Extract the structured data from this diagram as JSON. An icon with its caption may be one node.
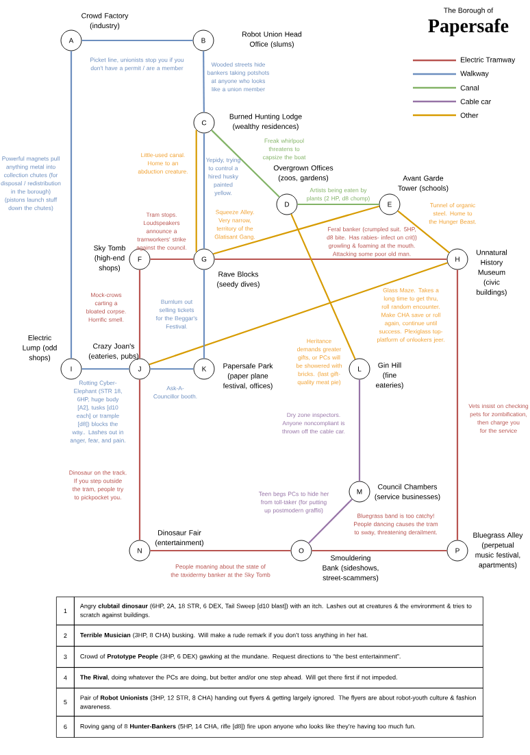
{
  "diagram": {
    "title": "Papersafe",
    "nodes": [
      {
        "text": [
          "A"
        ],
        "beside": [
          "Crowd Factory (industry)"
        ]
      },
      {
        "text": [
          "B"
        ],
        "beside": [
          "Robot Union Head Office (slums)"
        ]
      },
      {
        "text": [
          "C"
        ],
        "beside": [
          "Burned Hunting Lodge (wealthy residences)"
        ]
      },
      {
        "text": [
          "D"
        ],
        "beside": [
          "Overgrown Offices (zoos, gardens)"
        ]
      },
      {
        "text": [
          "E"
        ],
        "beside": [
          "Avant Garde Tower (schools)"
        ]
      },
      {
        "text": [
          "F"
        ],
        "beside": [
          "Sky Tomb (high-end shops)"
        ]
      },
      {
        "text": [
          "G"
        ],
        "beside": [
          "Rave Blocks (seedy dives)"
        ]
      },
      {
        "text": [
          "H"
        ],
        "beside": [
          "Unnatural History Museum (civic buildings)"
        ]
      },
      {
        "text": [
          "I"
        ],
        "beside": [
          "Electric Lump (odd shops)"
        ]
      },
      {
        "text": [
          "J"
        ],
        "beside": [
          "Crazy Joan's (eateries, pubs)"
        ]
      },
      {
        "text": [
          "K"
        ],
        "beside": [
          "Papersafe Park (paper plane festival, offices)"
        ]
      },
      {
        "text": [
          "L"
        ],
        "beside": [
          "Gin Hill (fine eateries)"
        ]
      },
      {
        "text": [
          "M"
        ],
        "beside": [
          "Council Chambers (service businesses)"
        ]
      },
      {
        "text": [
          "N"
        ],
        "beside": [
          "Dinosaur Fair (entertainment)"
        ]
      },
      {
        "text": [
          "O"
        ],
        "beside": [
          "Smouldering Bank (sideshows, street-scammers)"
        ]
      },
      {
        "text": [
          "P"
        ],
        "beside": [
          "Bluegrass Alley (perpetual music festival, apartments)"
        ]
      }
    ],
    "edges": [
      {
        "from": 0,
        "to": 1,
        "arrow": "none",
        "color": "#6c8ebf",
        "label": "Picket line, unionists stop you if you don't have a permit / are a member"
      },
      {
        "from": 1,
        "to": 2,
        "arrow": "none",
        "color": "#6c8ebf",
        "label": "Wooded streets hide bankers taking potshots at anyone who looks like a union member"
      },
      {
        "from": 0,
        "to": 8,
        "arrow": "none",
        "color": "#6c8ebf",
        "label": "Powerful magnets pull anything metal into collection chutes (for disposal / redistribution in the borough) (pistons launch stuff down the chutes)"
      },
      {
        "from": 2,
        "to": 6,
        "arrow": "none",
        "color": "#d79b00",
        "label": "Little-used canal. Home to an abduction creature."
      },
      {
        "from": 2,
        "to": 6,
        "arrow": "none",
        "color": "#6c8ebf",
        "label": "Yepidy, trying to control a hired husky painted yellow."
      },
      {
        "from": 2,
        "to": 3,
        "arrow": "none",
        "color": "#82b366",
        "label": "Freak whirlpool threatens to capsize the boat"
      },
      {
        "from": 3,
        "to": 4,
        "arrow": "none",
        "color": "#82b366",
        "label": "Artists being eaten by plants (2 HP, d8 chomp)"
      },
      {
        "from": 6,
        "to": 4,
        "arrow": "none",
        "color": "#d79b00",
        "label": "Squeeze Alley. Very narrow, territory of the Glatisant Gang."
      },
      {
        "from": 4,
        "to": 7,
        "arrow": "none",
        "color": "#d79b00",
        "label": "Tunnel of organic steel. Home to the Hunger Beast."
      },
      {
        "from": 5,
        "to": 6,
        "arrow": "none",
        "color": "#b85450",
        "label": "Tram stops. Loudspeakers announce a tramworkers' strike against the council."
      },
      {
        "from": 6,
        "to": 7,
        "arrow": "none",
        "color": "#b85450",
        "label": "Feral banker (crumpled suit. 5HP, d8 bite. Has rabies- infect on crit)) growling & foaming at the mouth. Attacking some poor old man."
      },
      {
        "from": 3,
        "to": 11,
        "arrow": "none",
        "color": "#d79b00",
        "label": "Heritance demands greater gifts, or PCs will be showered with bricks. (last gift- quality meat pie)"
      },
      {
        "from": 7,
        "to": 9,
        "arrow": "none",
        "color": "#d79b00",
        "label": "Glass Maze. Takes a long time to get thru, roll random encounter. Make CHA save or roll again, continue until success. Plexiglass top- platform of onlookers jeer."
      },
      {
        "from": 5,
        "to": 9,
        "arrow": "none",
        "color": "#b85450",
        "label": "Mock-crows carting a bloated corpse. Horrific smell."
      },
      {
        "from": 6,
        "to": 10,
        "arrow": "none",
        "color": "#6c8ebf",
        "label": "Burnlum out selling tickets for the Beggar's Festival."
      },
      {
        "from": 8,
        "to": 9,
        "arrow": "none",
        "color": "#6c8ebf",
        "label": "Rotting Cyber-Elephant (STR 18, 6HP, huge body [A2], tusks [d10 each] or trample [d8]) blocks the way.. Lashes out in anger, fear, and pain."
      },
      {
        "from": 9,
        "to": 10,
        "arrow": "none",
        "color": "#6c8ebf",
        "label": "Ask-A-Councillor booth."
      },
      {
        "from": 9,
        "to": 13,
        "arrow": "none",
        "color": "#b85450",
        "label": "Dinosaur on the track. If you step outside the tram, people try to pickpocket you."
      },
      {
        "from": 7,
        "to": 15,
        "arrow": "none",
        "color": "#b85450",
        "label": "Vets insist on checking pets for zombification, then charge you for the service"
      },
      {
        "from": 11,
        "to": 12,
        "arrow": "none",
        "color": "#9673a6",
        "label": "Dry zone inspectors. Anyone noncompliant is thrown off the cable car."
      },
      {
        "from": 12,
        "to": 14,
        "arrow": "none",
        "color": "#9673a6",
        "label": "Teen begs PCs to hide her from toll-taker (for putting up postmodern graffiti)"
      },
      {
        "from": 13,
        "to": 14,
        "arrow": "none",
        "color": "#b85450",
        "label": "People moaning about the state of the taxidermy banker at the Sky Tomb"
      },
      {
        "from": 14,
        "to": 15,
        "arrow": "none",
        "color": "#b85450",
        "label": "Bluegrass band is too catchy! People dancing causes the tram to sway, threatening derailment."
      }
    ],
    "labels": [
      "The Borough of",
      "1",
      "Angry **clubtail dinosaur** (6HP, 2A, 18 STR, 6 DEX, Tail Sweep [d10 blast]) with an itch. Lashes out at creatures & the environment & tries to scratch against buildings.",
      "2",
      "**Terrible Musician** (3HP, 8 CHA) busking. Will make a rude remark if you don’t toss anything in her hat.",
      "3",
      "Crowd of **Prototype People** (3HP, 6 DEX) gawking at the mundane. Request directions to “the best entertainment”.",
      "4",
      "**The Rival**, doing whatever the PCs are doing, but better and/or one step ahead. Will get there first if not impeded.",
      "5",
      "Pair of **Robot Unionists** (3HP, 12 STR, 8 CHA) handing out flyers & getting largely ignored. The flyers are about robot-youth culture & fashion awareness.",
      "6",
      "Roving gang of 8 **Hunter-Bankers** (5HP, 14 CHA, rifle [d8]) fire upon anyone who looks like they’re having too much fun."
    ],
    "legend": [
      {
        "text": "Electric Tramway",
        "color": "#b85450"
      },
      {
        "text": "Walkway",
        "color": "#6c8ebf"
      },
      {
        "text": "Canal",
        "color": "#82b366"
      },
      {
        "text": "Cable car",
        "color": "#9673a6"
      },
      {
        "text": "Other",
        "color": "#d79b00"
      }
    ]
  }
}
